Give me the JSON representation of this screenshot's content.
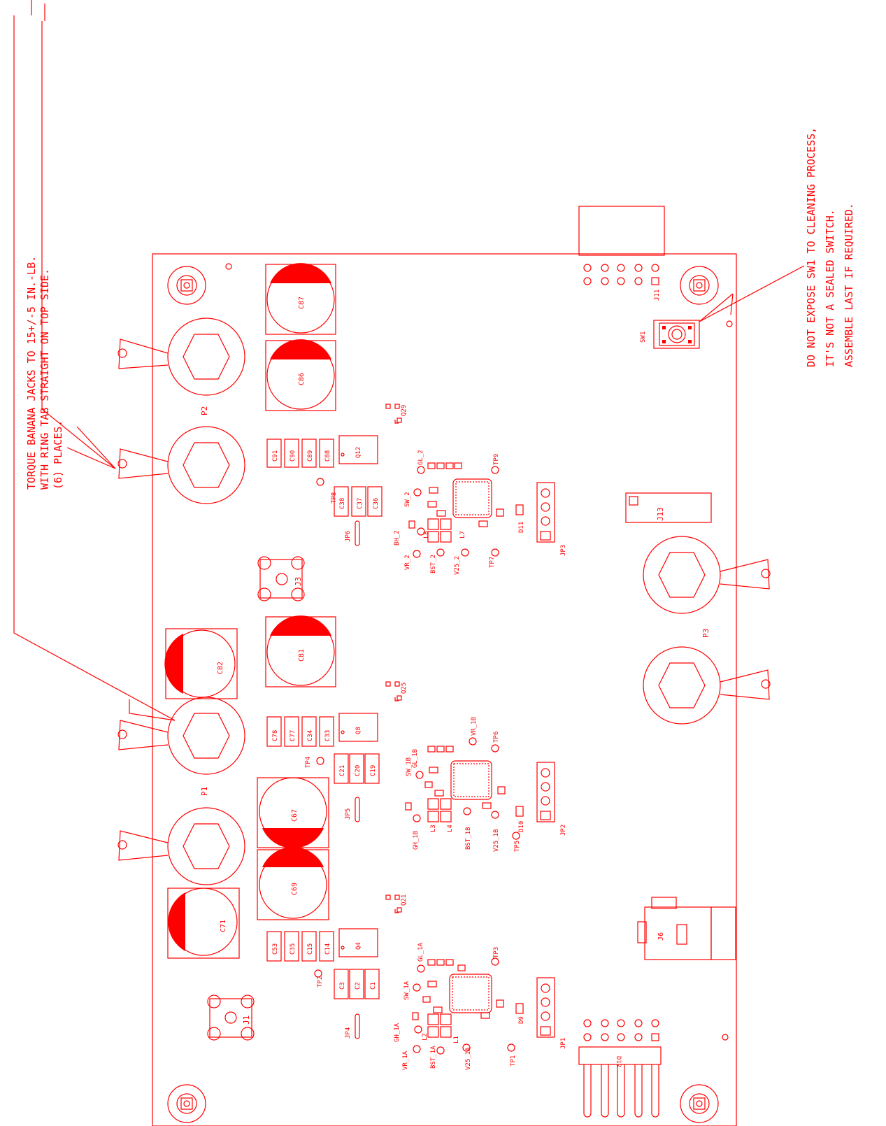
{
  "diagram": {
    "title": "",
    "color": "#ff0000",
    "notes": {
      "torque": [
        "TORQUE BANANA JACKS TO 15+/-5 IN.-LB.",
        "WITH RING TAB STRAIGHT ON TOP SIDE.",
        "(6) PLACES."
      ],
      "switch": [
        "DO NOT EXPOSE SW1 TO CLEANING PROCESS,",
        "IT'S NOT A SEALED SWITCH.",
        "ASSEMBLE LAST IF REQUIRED."
      ]
    },
    "connectors": {
      "P1": "P1",
      "P2": "P2",
      "P3": "P3",
      "J1": "J1",
      "J3": "J3",
      "J6": "J6",
      "J11": "J11",
      "J13": "J13",
      "JP1": "JP1",
      "JP2": "JP2",
      "JP3": "JP3",
      "JP4": "JP4",
      "JP5": "JP5",
      "JP6": "JP6",
      "SW1": "SW1",
      "D10": "D10",
      "D9": "D9",
      "D11": "D11",
      "D12": "D12"
    },
    "capacitors": {
      "big": [
        "C87",
        "C86",
        "C81",
        "C82",
        "C67",
        "C69",
        "C71"
      ],
      "group_p2": [
        "C91",
        "C90",
        "C89",
        "C88"
      ],
      "group_p2b": [
        "C38",
        "C37",
        "C36"
      ],
      "group_p1": [
        "C78",
        "C77",
        "C34",
        "C33"
      ],
      "group_p1b": [
        "C21",
        "C20",
        "C19"
      ],
      "group_p0": [
        "C53",
        "C35",
        "C15",
        "C14"
      ],
      "group_p0b": [
        "C3",
        "C2",
        "C1"
      ]
    },
    "transistors": [
      "Q12",
      "Q8",
      "Q4",
      "Q29",
      "Q25",
      "Q21"
    ],
    "testpoints": {
      "ch2": [
        "GL_2",
        "SW_2",
        "BH_2",
        "VR_2",
        "BST_2",
        "V25_2",
        "TP9",
        "TP7",
        "TP8"
      ],
      "ch1b": [
        "VR_1B",
        "TP6",
        "GL_1B",
        "SW_1B",
        "GH_1B",
        "BST_1B",
        "V25_1B",
        "TP5",
        "TP4"
      ],
      "ch1a": [
        "GL_1A",
        "TP3",
        "SW_1A",
        "GH_1A",
        "VR_1A",
        "BST_1A",
        "V25_1A",
        "TP1",
        "TP2"
      ]
    },
    "inductors": {
      "ch2": [
        "L8",
        "L7"
      ],
      "ch1b": [
        "L3",
        "L4"
      ],
      "ch1a": [
        "L2",
        "L1"
      ]
    }
  }
}
